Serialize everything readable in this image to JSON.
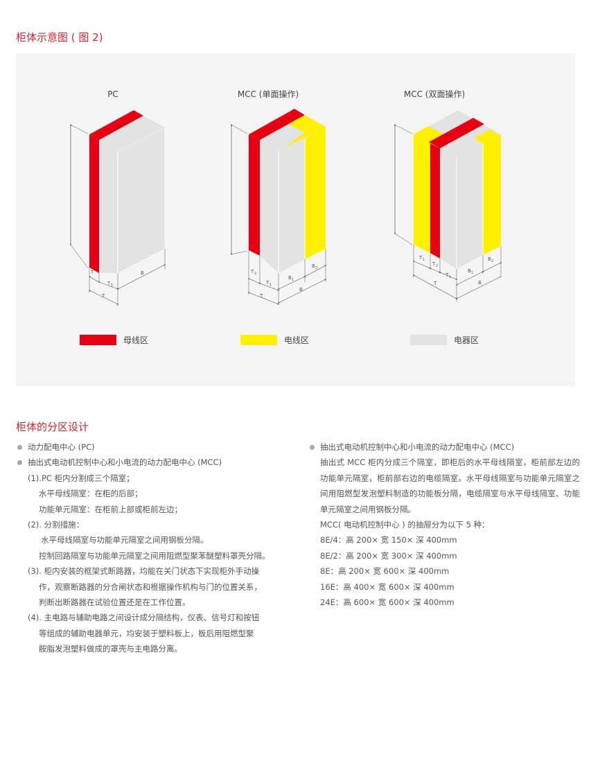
{
  "figure": {
    "title": "柜体示意图 ( 图 2)",
    "diagrams": [
      {
        "label": "PC",
        "dims": [
          "T",
          "T",
          "T",
          "B"
        ],
        "subs": [
          "2",
          "1"
        ]
      },
      {
        "label": "MCC (单面操作)",
        "dims": [
          "T",
          "T",
          "T",
          "B",
          "B",
          "B"
        ],
        "subs": [
          "2",
          "1",
          "1",
          "2"
        ]
      },
      {
        "label": "MCC (双面操作)",
        "dims": [
          "T",
          "T",
          "T",
          "T",
          "B",
          "B",
          "B"
        ],
        "subs": [
          "1",
          "2",
          "1",
          "1",
          "2"
        ]
      }
    ],
    "legend": [
      {
        "label": "母线区",
        "color": "#e60012"
      },
      {
        "label": "电线区",
        "color": "#fff100"
      },
      {
        "label": "电器区",
        "color": "#e3e3e3"
      }
    ]
  },
  "section": {
    "title": "柜体的分区设计",
    "left": [
      {
        "type": "bullet",
        "text": "动力配电中心 (PC)"
      },
      {
        "type": "bullet",
        "text": "抽出式电动机控制中心和小电流的动力配电中心 (MCC)"
      },
      {
        "type": "i1",
        "text": "(1).PC 柜内分割成三个隔室；"
      },
      {
        "type": "i2",
        "text": "水平母线隔室：在柜的后部；"
      },
      {
        "type": "i2",
        "text": "功能单元隔室：在柜前上部或柜前左边；"
      },
      {
        "type": "i1",
        "text": "(2). 分割措施："
      },
      {
        "type": "i3",
        "text": "水平母线隔室与功能单元隔室之间用钢板分隔。"
      },
      {
        "type": "i2",
        "text": "控制回路隔室与功能单元隔室之间用阻燃型聚苯醚塑料罩壳分隔。"
      },
      {
        "type": "i1",
        "text": "(3). 柜内安装的框架式断路器，均能在关门状态下实现柜外手动操"
      },
      {
        "type": "i2",
        "text": "作，观察断路器的分合闸状态和根据操作机构与门的位置关系，"
      },
      {
        "type": "i2",
        "text": "判断出断路器在试验位置还是在工作位置。"
      },
      {
        "type": "i1",
        "text": "(4). 主电路与辅助电路之间设计成分隔结构，仪表、信号灯和按钮"
      },
      {
        "type": "i2",
        "text": "等组成的辅助电器单元，均安装于塑料板上，板后用阻燃型聚"
      },
      {
        "type": "i2",
        "text": "胺脂发泡塑料做成的罩壳与主电路分离。"
      }
    ],
    "right_bullet": "抽出式电动机控制中心和小电流的动力配电中心 (MCC)",
    "right_para": "抽出式 MCC 柜内分成三个隔室，即柜后的水平母线隔室，柜前部左边的功能单元隔室，柜前部右边的电缆隔室。水平母线隔室与功能单元隔室之间用阻燃型发泡塑料制造的功能板分隔，电缆隔室与水平母线隔室、功能单元隔室之间用钢板分隔。",
    "right_lines": [
      "MCC( 电动机控制中心 ) 的抽屉分为以下 5 种：",
      "8E/4：高 200× 宽 150× 深 400mm",
      "8E/2：高 200× 宽 300× 深 400mm",
      "8E：高 200× 宽 600× 深 400mm",
      "16E：高 400× 宽 600× 深 400mm",
      "24E：高 600× 宽 600× 深 400mm"
    ]
  }
}
